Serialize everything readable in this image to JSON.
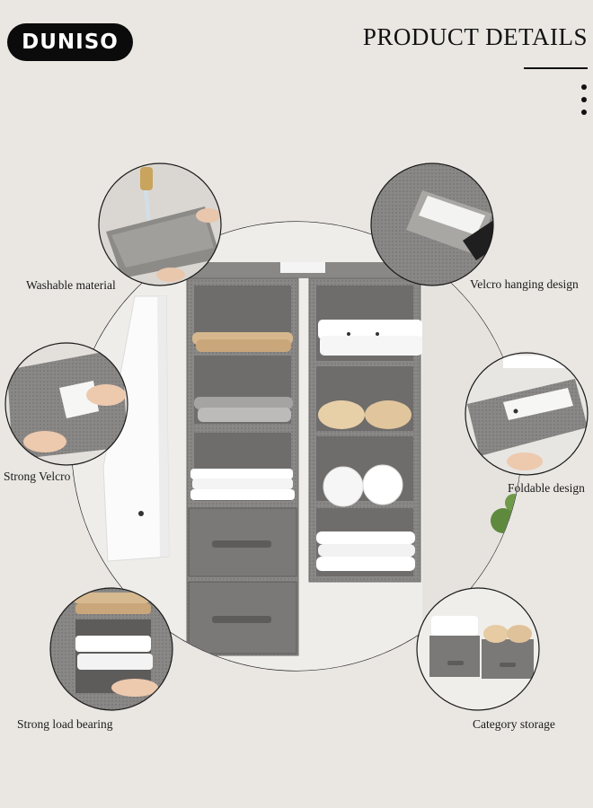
{
  "brand": {
    "logo_text": "DUNISO"
  },
  "header": {
    "title": "PRODUCT DETAILS"
  },
  "features": [
    {
      "label": "Washable material"
    },
    {
      "label": "Velcro hanging design"
    },
    {
      "label": "Strong Velcro"
    },
    {
      "label": "Foldable design"
    },
    {
      "label": "Strong load bearing"
    },
    {
      "label": "Category storage"
    }
  ],
  "colors": {
    "background": "#eae7e3",
    "fabric_gray": "#8a8886",
    "fabric_dark": "#6c6a68",
    "logo_bg": "#0b0b0b"
  },
  "icons": {
    "menu": "more-vertical-icon"
  }
}
